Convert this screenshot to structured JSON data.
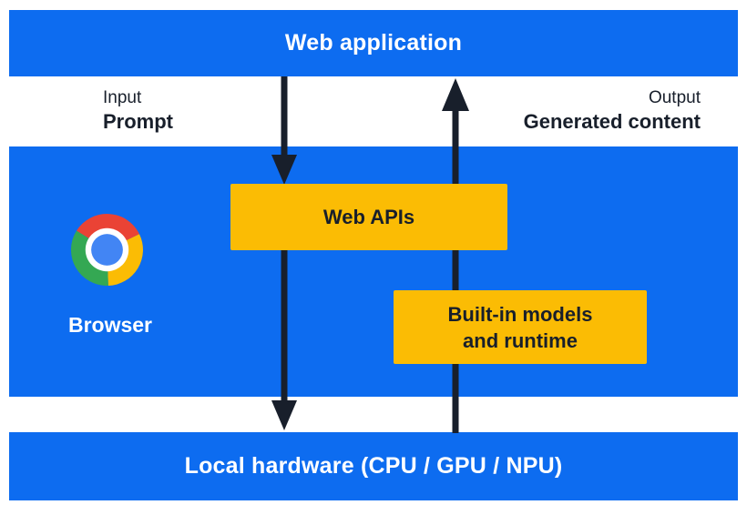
{
  "colors": {
    "section_blue": "#0d6cf0",
    "box_yellow": "#fbbc04",
    "arrow_dark": "#181f2b",
    "text_dark": "#181f2b",
    "text_white": "#ffffff",
    "chrome_red": "#ea4335",
    "chrome_yellow": "#fbbc04",
    "chrome_green": "#34a853",
    "chrome_blue": "#4285f4"
  },
  "top_bar": {
    "label": "Web application"
  },
  "flow_labels": {
    "input_title": "Input",
    "input_value": "Prompt",
    "output_title": "Output",
    "output_value": "Generated content"
  },
  "browser_section": {
    "browser_label": "Browser",
    "web_apis_label": "Web APIs",
    "builtin_line1": "Built-in models",
    "builtin_line2": "and runtime"
  },
  "bottom_bar": {
    "label": "Local hardware (CPU / GPU / NPU)"
  }
}
